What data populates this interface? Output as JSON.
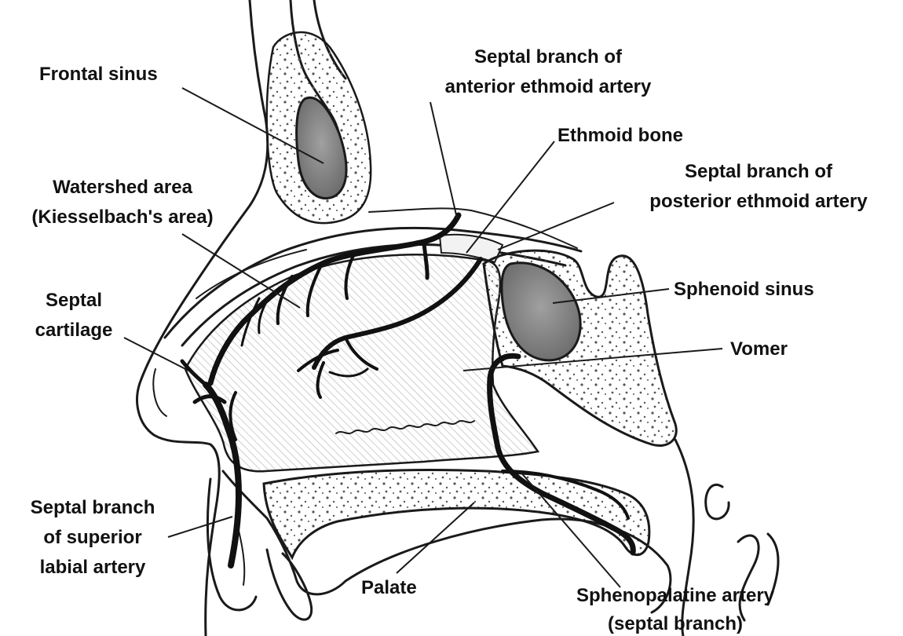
{
  "labels": {
    "frontal_sinus": "Frontal sinus",
    "anterior_ethmoid_1": "Septal branch of",
    "anterior_ethmoid_2": "anterior ethmoid artery",
    "ethmoid_bone": "Ethmoid bone",
    "posterior_ethmoid_1": "Septal branch of",
    "posterior_ethmoid_2": "posterior ethmoid artery",
    "watershed_1": "Watershed area",
    "watershed_2": "(Kiesselbach's area)",
    "septal_cartilage_1": "Septal",
    "septal_cartilage_2": "cartilage",
    "sphenoid_sinus": "Sphenoid sinus",
    "vomer": "Vomer",
    "superior_labial_1": "Septal branch",
    "superior_labial_2": "of superior",
    "superior_labial_3": "labial artery",
    "palate": "Palate",
    "sphenopalatine_1": "Sphenopalatine artery",
    "sphenopalatine_2": "(septal branch)"
  },
  "colors": {
    "ink": "#111111",
    "sinus_fill": "#8a8a8a",
    "septum_hatch": "#9a9a9a",
    "bone_fill": "#f2f2f2"
  }
}
